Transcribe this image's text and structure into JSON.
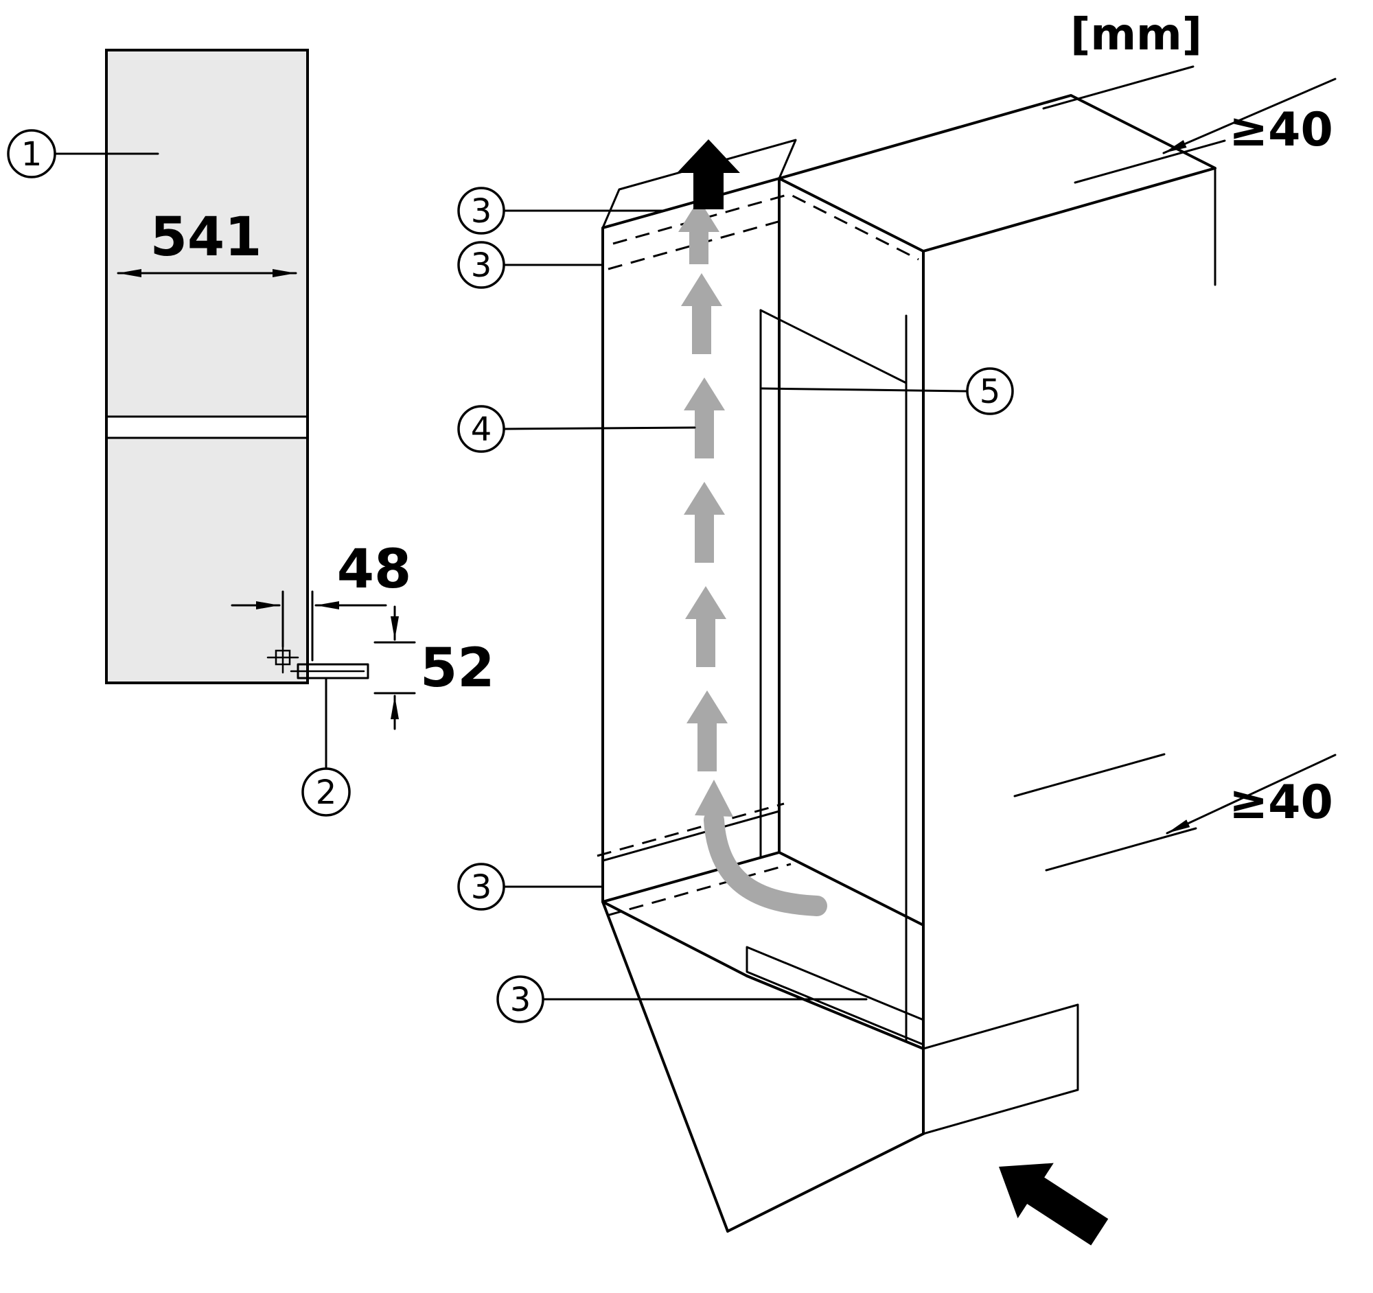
{
  "units_label": "[mm]",
  "colors": {
    "line": "#000000",
    "panel_fill": "#e9e9e9",
    "flow_arrow": "#a8a8a8",
    "background": "#ffffff"
  },
  "front_view": {
    "width_dim": "541",
    "hinge_offset_dim": "48",
    "hinge_height_dim": "52",
    "callouts": {
      "appliance": "1",
      "hinge": "2"
    }
  },
  "niche_view": {
    "clearance_top": "≥40",
    "clearance_bottom": "≥40",
    "callouts": {
      "vent_top_front": "3",
      "vent_top_rear": "3",
      "air_channel": "4",
      "niche_interior": "5",
      "vent_bottom_rear": "3",
      "vent_bottom_front": "3"
    }
  }
}
